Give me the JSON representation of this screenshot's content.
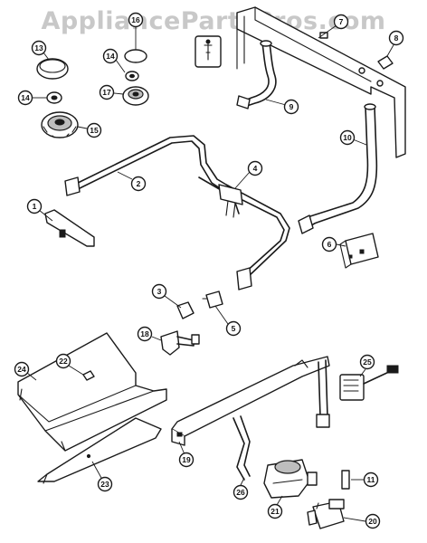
{
  "watermark": "AppliancePartsPros.com",
  "callouts": [
    "1",
    "2",
    "3",
    "4",
    "5",
    "6",
    "7",
    "8",
    "9",
    "10",
    "11",
    "13",
    "14",
    "14",
    "15",
    "16",
    "17",
    "18",
    "19",
    "20",
    "21",
    "22",
    "23",
    "24",
    "25",
    "26"
  ]
}
